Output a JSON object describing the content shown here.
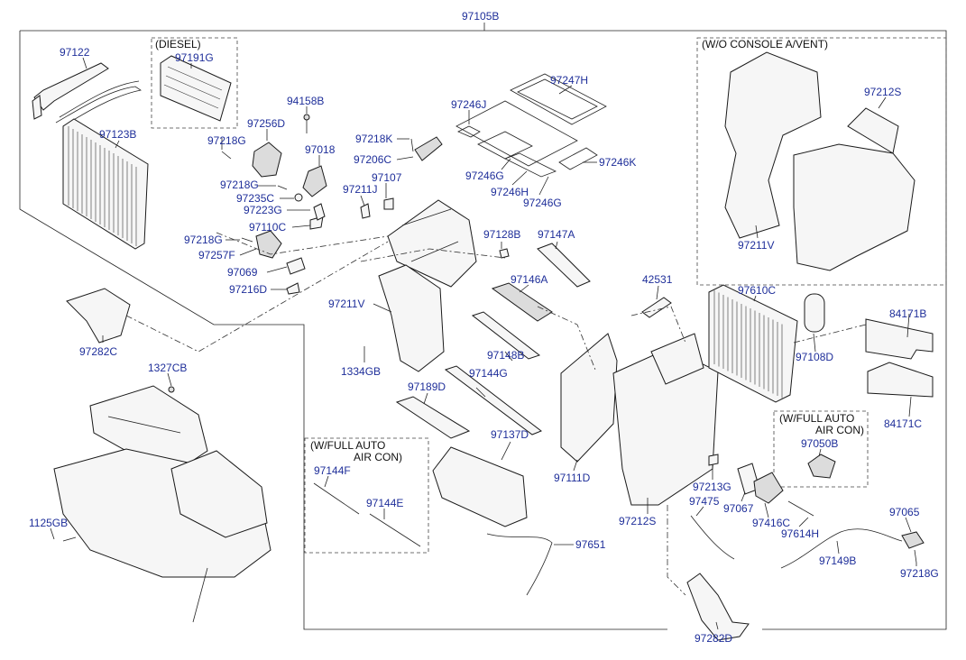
{
  "diagram": {
    "main_assembly": "97105B",
    "notes": {
      "diesel": "(DIESEL)",
      "wo_console": "(W/O CONSOLE A/VENT)",
      "full_auto_1_line1": "(W/FULL AUTO",
      "full_auto_1_line2": "AIR CON)",
      "full_auto_2_line1": "(W/FULL AUTO",
      "full_auto_2_line2": "AIR CON)"
    },
    "parts": {
      "p97122": "97122",
      "p97191G": "97191G",
      "p97123B": "97123B",
      "p94158B": "94158B",
      "p97256D": "97256D",
      "p97218G_a": "97218G",
      "p97018": "97018",
      "p97218G_b": "97218G",
      "p97235C": "97235C",
      "p97223G": "97223G",
      "p97110C": "97110C",
      "p97218G_c": "97218G",
      "p97257F": "97257F",
      "p97069": "97069",
      "p97216D": "97216D",
      "p97218K": "97218K",
      "p97206C": "97206C",
      "p97107": "97107",
      "p97211J": "97211J",
      "p97246J": "97246J",
      "p97247H": "97247H",
      "p97246G_a": "97246G",
      "p97246H": "97246H",
      "p97246G_b": "97246G",
      "p97246K": "97246K",
      "p97128B": "97128B",
      "p97147A": "97147A",
      "p97146A": "97146A",
      "p97211V_a": "97211V",
      "p1334GB": "1334GB",
      "p97148B": "97148B",
      "p97144G": "97144G",
      "p97189D": "97189D",
      "p97137D": "97137D",
      "p97144F": "97144F",
      "p97144E": "97144E",
      "p97651": "97651",
      "p97282C": "97282C",
      "p1327CB": "1327CB",
      "p1125GB": "1125GB",
      "p42531": "42531",
      "p97610C": "97610C",
      "p97108D": "97108D",
      "p97111D": "97111D",
      "p97212S_a": "97212S",
      "p97211V_b": "97211V",
      "p97212S_b": "97212S",
      "p84171B": "84171B",
      "p84171C": "84171C",
      "p97050B": "97050B",
      "p97213G": "97213G",
      "p97067": "97067",
      "p97416C": "97416C",
      "p97614H": "97614H",
      "p97475": "97475",
      "p97065": "97065",
      "p97149B": "97149B",
      "p97218G_d": "97218G",
      "p97282D": "97282D"
    }
  }
}
